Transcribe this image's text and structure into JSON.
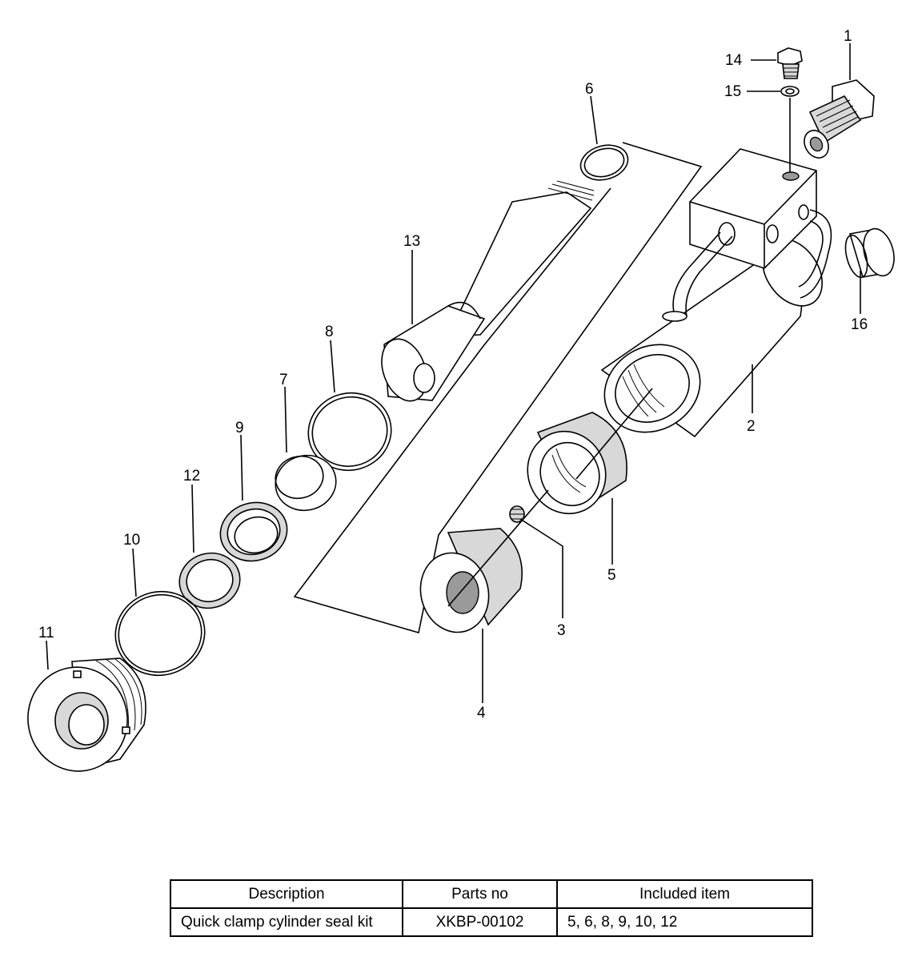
{
  "diagram": {
    "callouts": [
      {
        "id": "1",
        "text": "1"
      },
      {
        "id": "2",
        "text": "2"
      },
      {
        "id": "3",
        "text": "3"
      },
      {
        "id": "4",
        "text": "4"
      },
      {
        "id": "5",
        "text": "5"
      },
      {
        "id": "6",
        "text": "6"
      },
      {
        "id": "7",
        "text": "7"
      },
      {
        "id": "8",
        "text": "8"
      },
      {
        "id": "9",
        "text": "9"
      },
      {
        "id": "10",
        "text": "10"
      },
      {
        "id": "11",
        "text": "11"
      },
      {
        "id": "12",
        "text": "12"
      },
      {
        "id": "13",
        "text": "13"
      },
      {
        "id": "14",
        "text": "14"
      },
      {
        "id": "15",
        "text": "15"
      },
      {
        "id": "16",
        "text": "16"
      }
    ]
  },
  "table": {
    "headers": [
      "Description",
      "Parts no",
      "Included item"
    ],
    "rows": [
      [
        "Quick clamp cylinder seal kit",
        "XKBP-00102",
        "5, 6, 8, 9, 10, 12"
      ]
    ]
  }
}
